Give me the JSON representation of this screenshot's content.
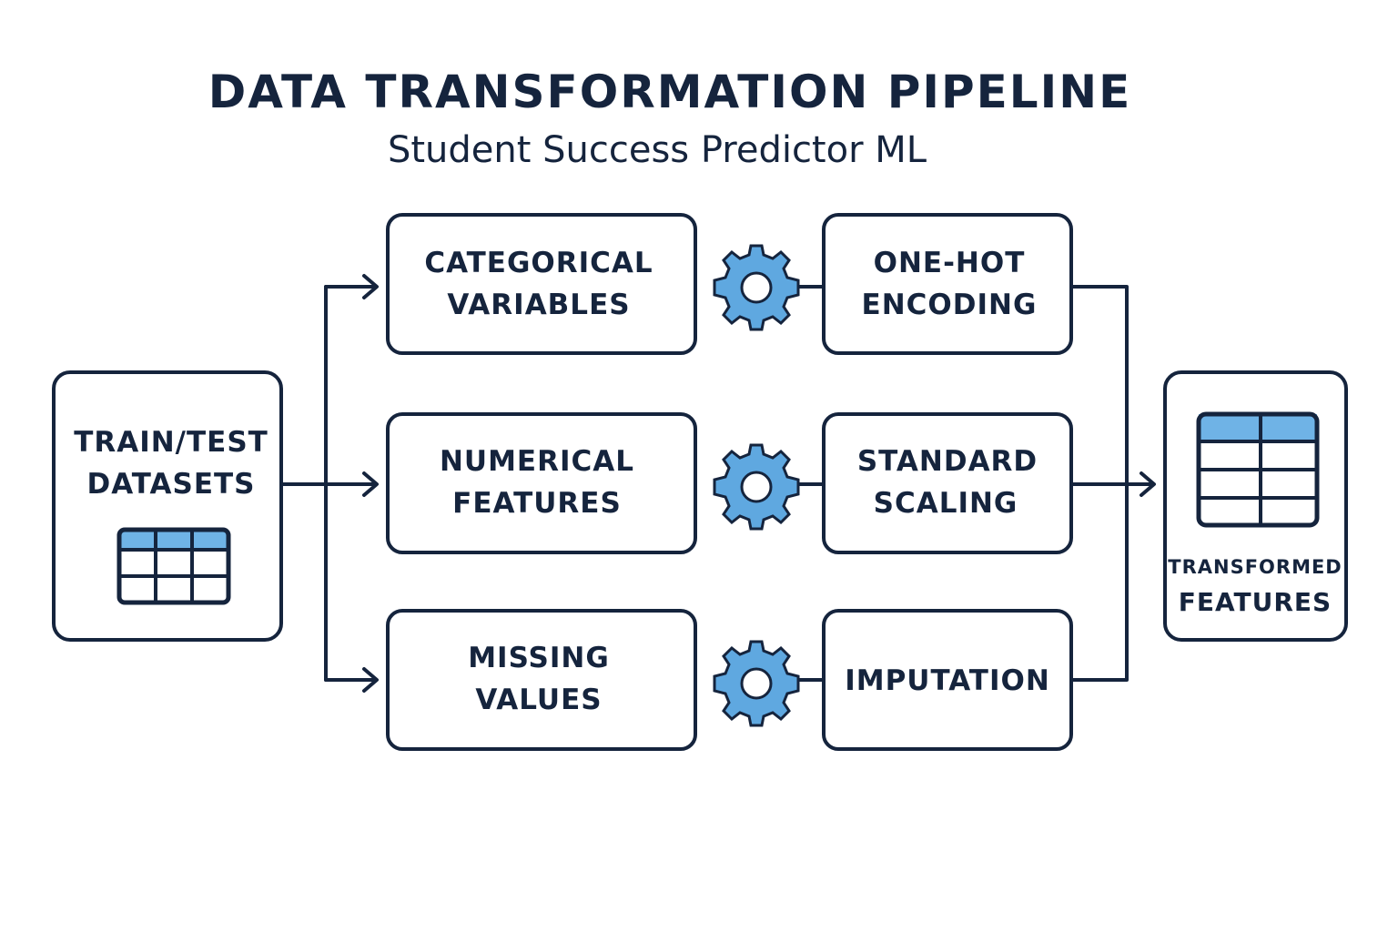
{
  "header": {
    "title": "DATA TRANSFORMATION PIPELINE",
    "subtitle": "Student Success Predictor ML"
  },
  "nodes": {
    "source": {
      "line1": "TRAIN/TEST",
      "line2": "DATASETS",
      "icon": "table-icon"
    },
    "categorical": {
      "line1": "CATEGORICAL",
      "line2": "VARIABLES"
    },
    "numerical": {
      "line1": "NUMERICAL",
      "line2": "FEATURES"
    },
    "missing": {
      "line1": "MISSING",
      "line2": "VALUES"
    },
    "onehot": {
      "line1": "ONE-HOT",
      "line2": "ENCODING"
    },
    "scaling": {
      "line1": "STANDARD",
      "line2": "SCALING"
    },
    "imputation": {
      "line1": "IMPUTATION"
    },
    "output": {
      "line1": "TRANSFORMED",
      "line2": "FEATURES",
      "icon": "table-icon"
    }
  },
  "icons": {
    "process": "gear-icon"
  },
  "colors": {
    "ink": "#15243d",
    "accent": "#5fa8e0",
    "background": "#ffffff"
  }
}
